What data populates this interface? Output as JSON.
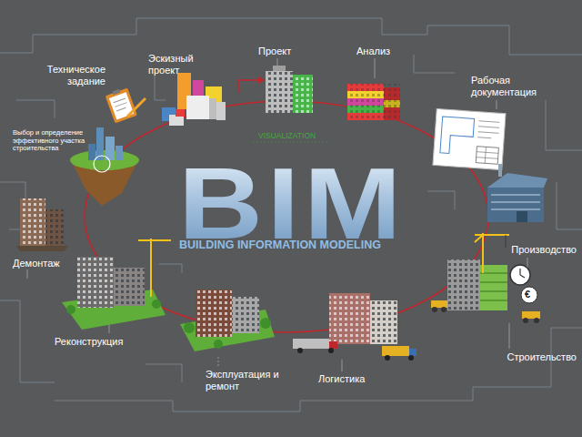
{
  "diagram": {
    "title": "BIM",
    "labels": [
      "Техническое задание",
      "Эскизный проект",
      "Проект",
      "Анализ",
      "Рабочая документация",
      "Выбор и определение эффективного участка строительства",
      "VISUALIZATION",
      "BUILDING INFORMATION MODELING",
      "Производство",
      "€",
      "Строительство",
      "Демонтаж",
      "Реконструкция",
      "Эксплуатация и ремонт",
      "Логистика"
    ]
  }
}
